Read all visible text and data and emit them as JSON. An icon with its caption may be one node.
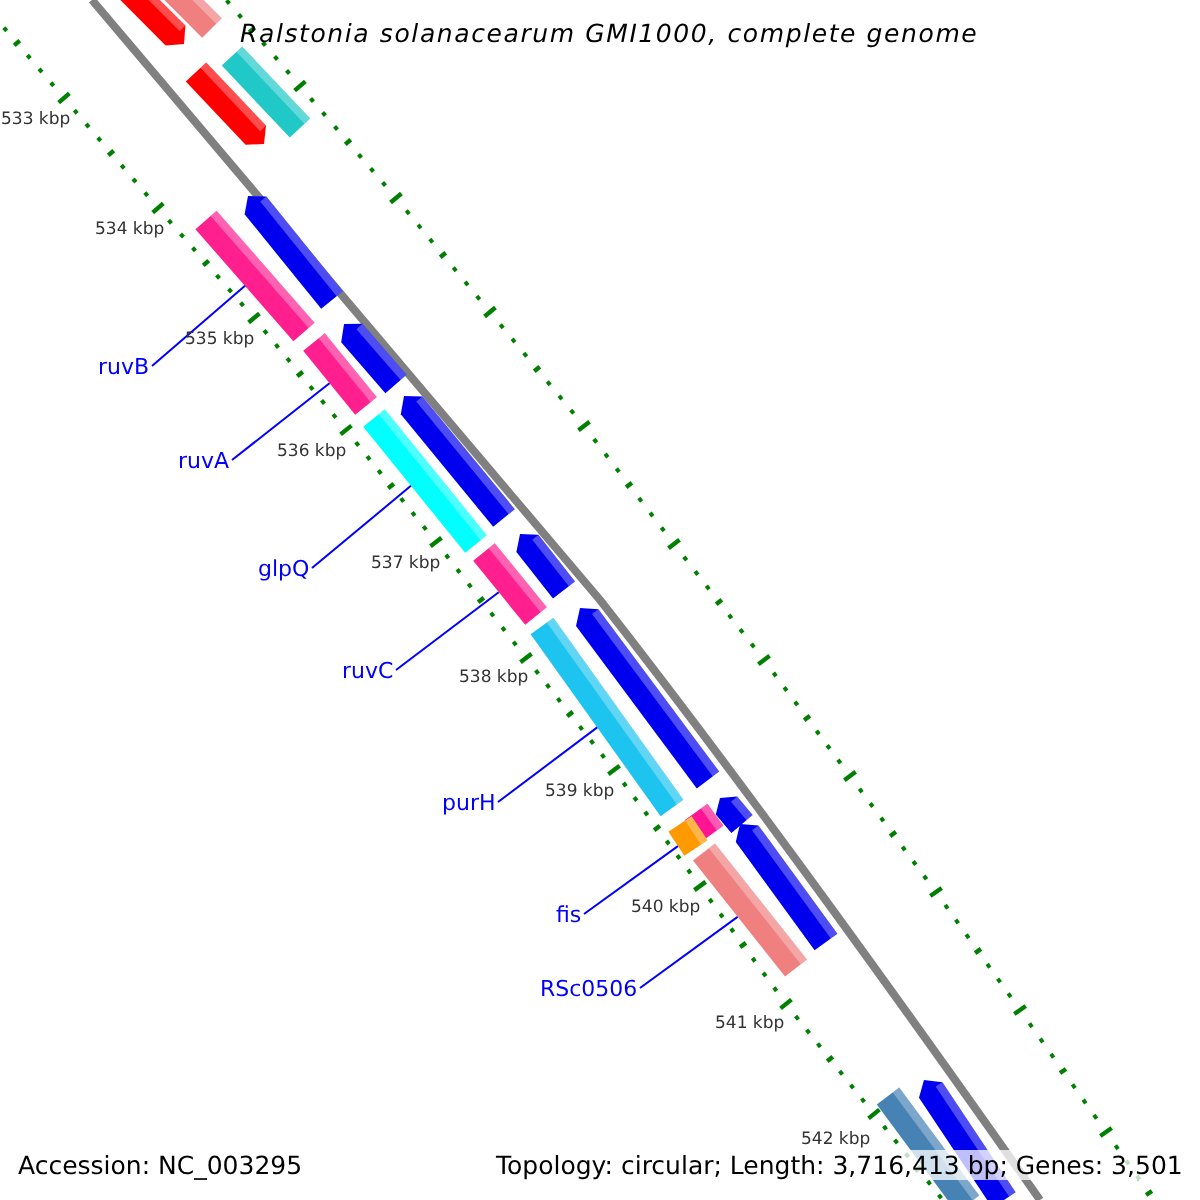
{
  "diagram": {
    "title": "Ralstonia solanacearum GMI1000, complete genome",
    "nodes": [
      {
        "text": [
          "ruvB"
        ]
      },
      {
        "text": [
          "ruvA"
        ]
      },
      {
        "text": [
          "glpQ"
        ]
      },
      {
        "text": [
          "ruvC"
        ]
      },
      {
        "text": [
          "purH"
        ]
      },
      {
        "text": [
          "fis"
        ]
      },
      {
        "text": [
          "RSc0506"
        ]
      },
      {
        "text": [],
        "shape": "bar"
      },
      {
        "text": [],
        "shape": "bar"
      },
      {
        "text": [],
        "shape": "bar"
      },
      {
        "text": [],
        "shape": "bar"
      },
      {
        "text": [],
        "shape": "bar"
      },
      {
        "text": [],
        "shape": "bar"
      },
      {
        "text": [],
        "shape": "bar"
      }
    ],
    "edges": [
      {
        "from": 0,
        "to": 7,
        "arrow": "none"
      },
      {
        "from": 1,
        "to": 8,
        "arrow": "none"
      },
      {
        "from": 2,
        "to": 9,
        "arrow": "none"
      },
      {
        "from": 3,
        "to": 10,
        "arrow": "none"
      },
      {
        "from": 4,
        "to": 11,
        "arrow": "none"
      },
      {
        "from": 5,
        "to": 12,
        "arrow": "none"
      },
      {
        "from": 6,
        "to": 13,
        "arrow": "none"
      }
    ],
    "labels": [
      "533 kbp",
      "534 kbp",
      "535 kbp",
      "536 kbp",
      "537 kbp",
      "538 kbp",
      "539 kbp",
      "540 kbp",
      "541 kbp",
      "542 kbp",
      "Accession: NC_003295",
      "Topology: circular; Length: 3,716,413 bp; Genes: 3,501"
    ]
  }
}
